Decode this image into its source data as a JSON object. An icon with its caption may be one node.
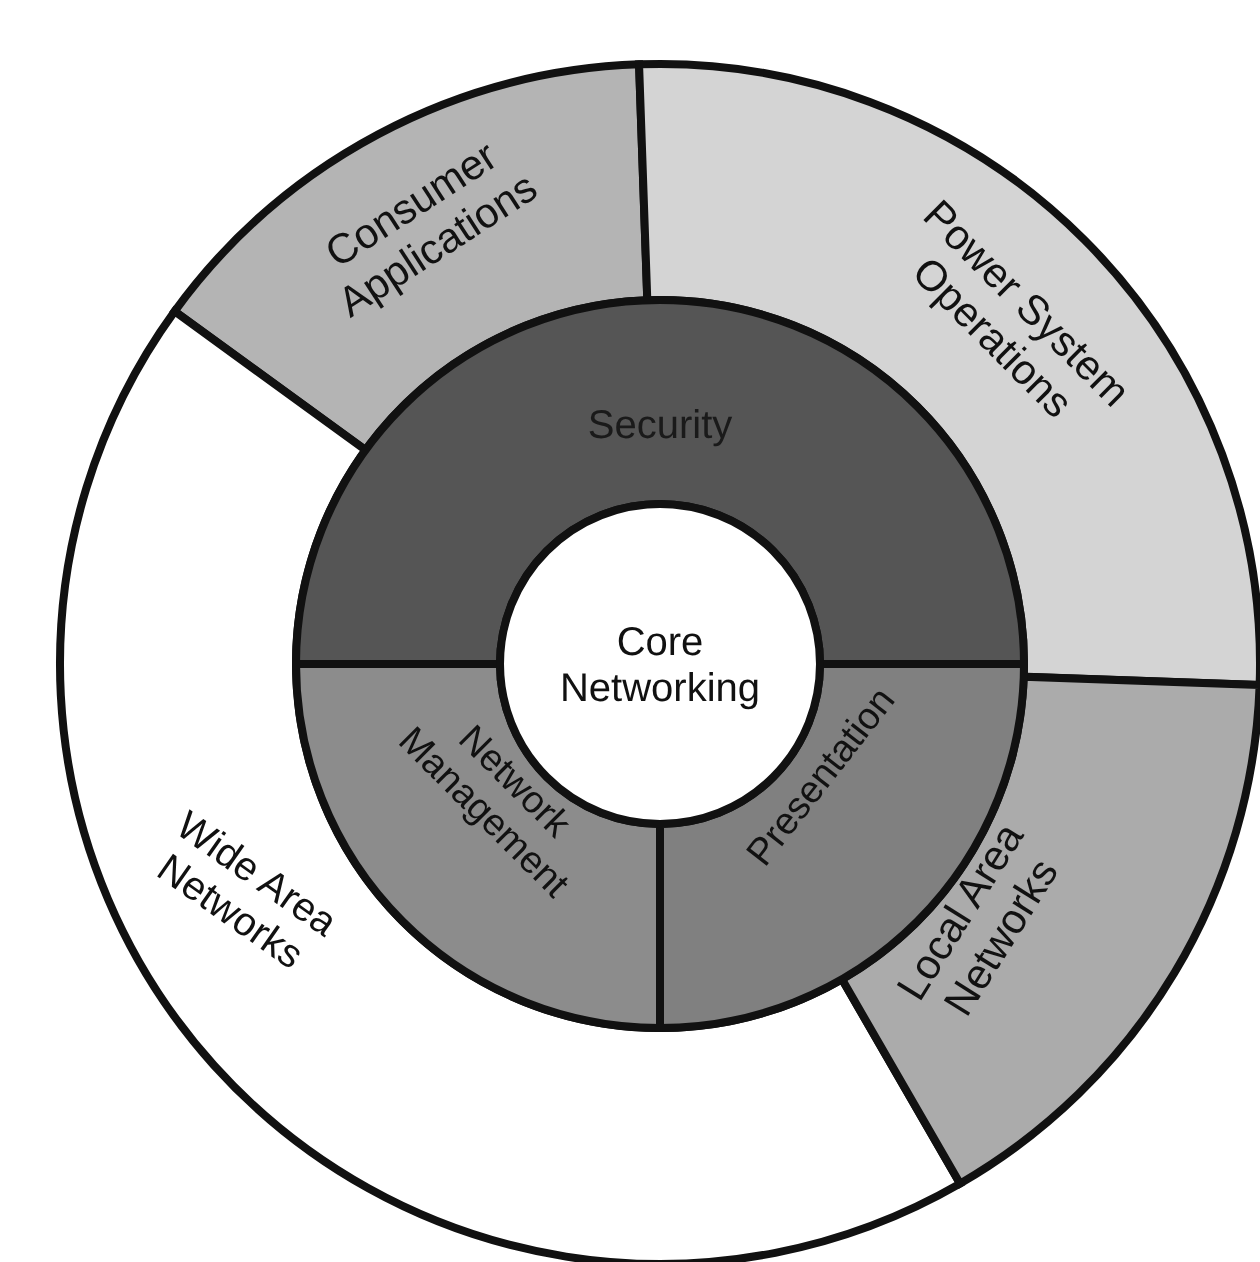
{
  "diagram": {
    "nodes": [
      {
        "text": [
          "Consumer Applications"
        ]
      },
      {
        "text": [
          "Power System Operations"
        ]
      },
      {
        "text": [
          "Security"
        ]
      },
      {
        "text": [
          "Core Networking"
        ]
      },
      {
        "text": [
          "Network Management"
        ]
      },
      {
        "text": [
          "Presentation"
        ]
      },
      {
        "text": [
          "Wide Area Networks"
        ]
      },
      {
        "text": [
          "Local Area Networks"
        ]
      }
    ],
    "edges": []
  }
}
